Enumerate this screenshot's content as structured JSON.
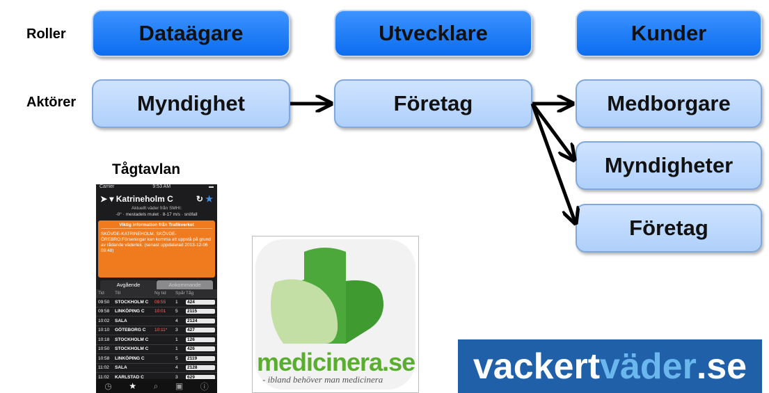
{
  "rows": {
    "roles_label": "Roller",
    "actors_label": "Aktörer"
  },
  "roles": [
    "Dataägare",
    "Utvecklare",
    "Kunder"
  ],
  "actors": {
    "source": "Myndighet",
    "middle": "Företag",
    "targets": [
      "Medborgare",
      "Myndigheter",
      "Företag"
    ]
  },
  "colors": {
    "role_fill": "#0b6df0",
    "actor_fill": "#bcd8fd",
    "arrow": "#000000"
  },
  "app1": {
    "title": "Tågtavlan",
    "status": {
      "carrier": "Carrier",
      "time": "9:53 AM"
    },
    "station": "Katrineholm C",
    "weather_heading": "Aktuellt väder från SMHI:",
    "weather": "-0° · mestadels mulet · 8-17 m/s · snöfall",
    "alert_heading": "Viktig information från Trafikverket",
    "alert_text": "SKÖVDE-KATRINEHOLM, SKÖVDE-ÖREBRO:Förseningar kan komma att uppstå på grund av rådande väderlek. (senast uppdaterad 2013-12-06 09:48)",
    "tabs": [
      "Avgående",
      "Ankommande"
    ],
    "columns": [
      "Tid",
      "Till",
      "Ny tid",
      "Spår",
      "Tåg"
    ],
    "departures": [
      [
        "09:50",
        "STOCKHOLM C",
        "09:55",
        "1",
        "424"
      ],
      [
        "09:58",
        "LINKÖPING C",
        "10:01",
        "5",
        "2115"
      ],
      [
        "10:02",
        "SALA",
        "",
        "4",
        "2124"
      ],
      [
        "10:10",
        "GÖTEBORG C",
        "10:11*",
        "3",
        "427"
      ],
      [
        "10:18",
        "STOCKHOLM C",
        "",
        "1",
        "126"
      ],
      [
        "10:50",
        "STOCKHOLM C",
        "",
        "1",
        "426"
      ],
      [
        "10:58",
        "LINKÖPING C",
        "",
        "5",
        "2119"
      ],
      [
        "11:02",
        "SALA",
        "",
        "4",
        "2128"
      ],
      [
        "11:02",
        "KARLSTAD C",
        "",
        "3",
        "629"
      ]
    ]
  },
  "app2": {
    "name": "medicinera.se",
    "tagline": "- ibland behöver man medicinera"
  },
  "app3": {
    "name_dark": "vackert",
    "name_light": "väder",
    "name_suffix": ".se"
  }
}
